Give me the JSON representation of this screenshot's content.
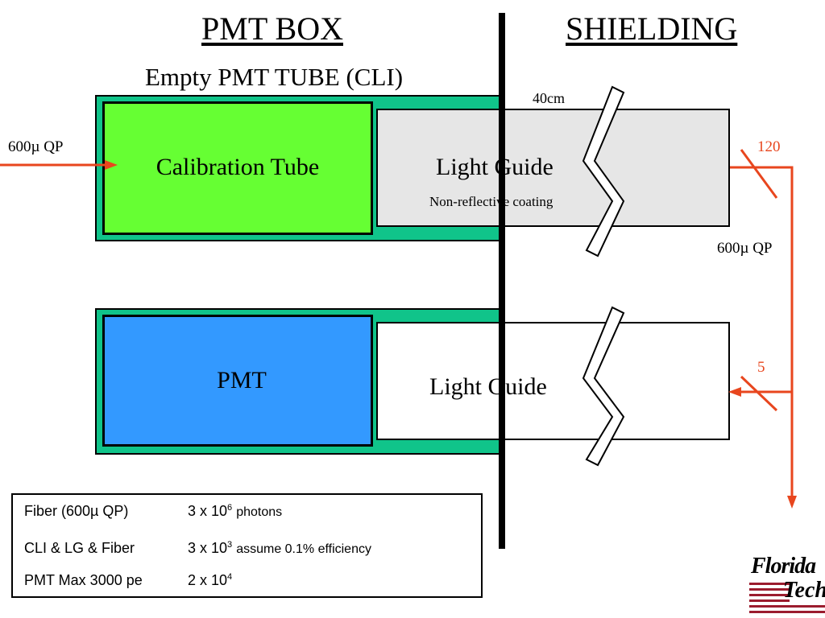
{
  "headings": {
    "left": "PMT  BOX",
    "right": "SHIELDING"
  },
  "subtitle": "Empty PMT TUBE (CLI)",
  "top_assembly": {
    "calibration_tube": "Calibration Tube",
    "light_guide": "Light Guide",
    "coating": "Non-reflective coating",
    "length": "40cm"
  },
  "bottom_assembly": {
    "pmt": "PMT",
    "light_guide": "Light Guide"
  },
  "fiber_labels": {
    "input": "600µ QP",
    "right": "600µ QP",
    "count_top": "120",
    "count_bottom": "5"
  },
  "table": {
    "rows": [
      {
        "label": "Fiber (600µ QP)",
        "base": "3 x 10",
        "exp": "6",
        "note": "photons"
      },
      {
        "label": "CLI & LG & Fiber",
        "base": "3 x 10",
        "exp": "3",
        "note": "assume 0.1% efficiency"
      },
      {
        "label": "PMT Max 3000 pe",
        "base": "2 x 10",
        "exp": "4",
        "note": ""
      }
    ]
  },
  "logo": {
    "line1": "Florida",
    "line2": "Tech"
  },
  "colors": {
    "teal": "#10c48a",
    "calibration_green": "#66ff33",
    "pmt_blue": "#3399ff",
    "light_guide_gray": "#e6e6e6",
    "fiber_red": "#e8461e"
  }
}
